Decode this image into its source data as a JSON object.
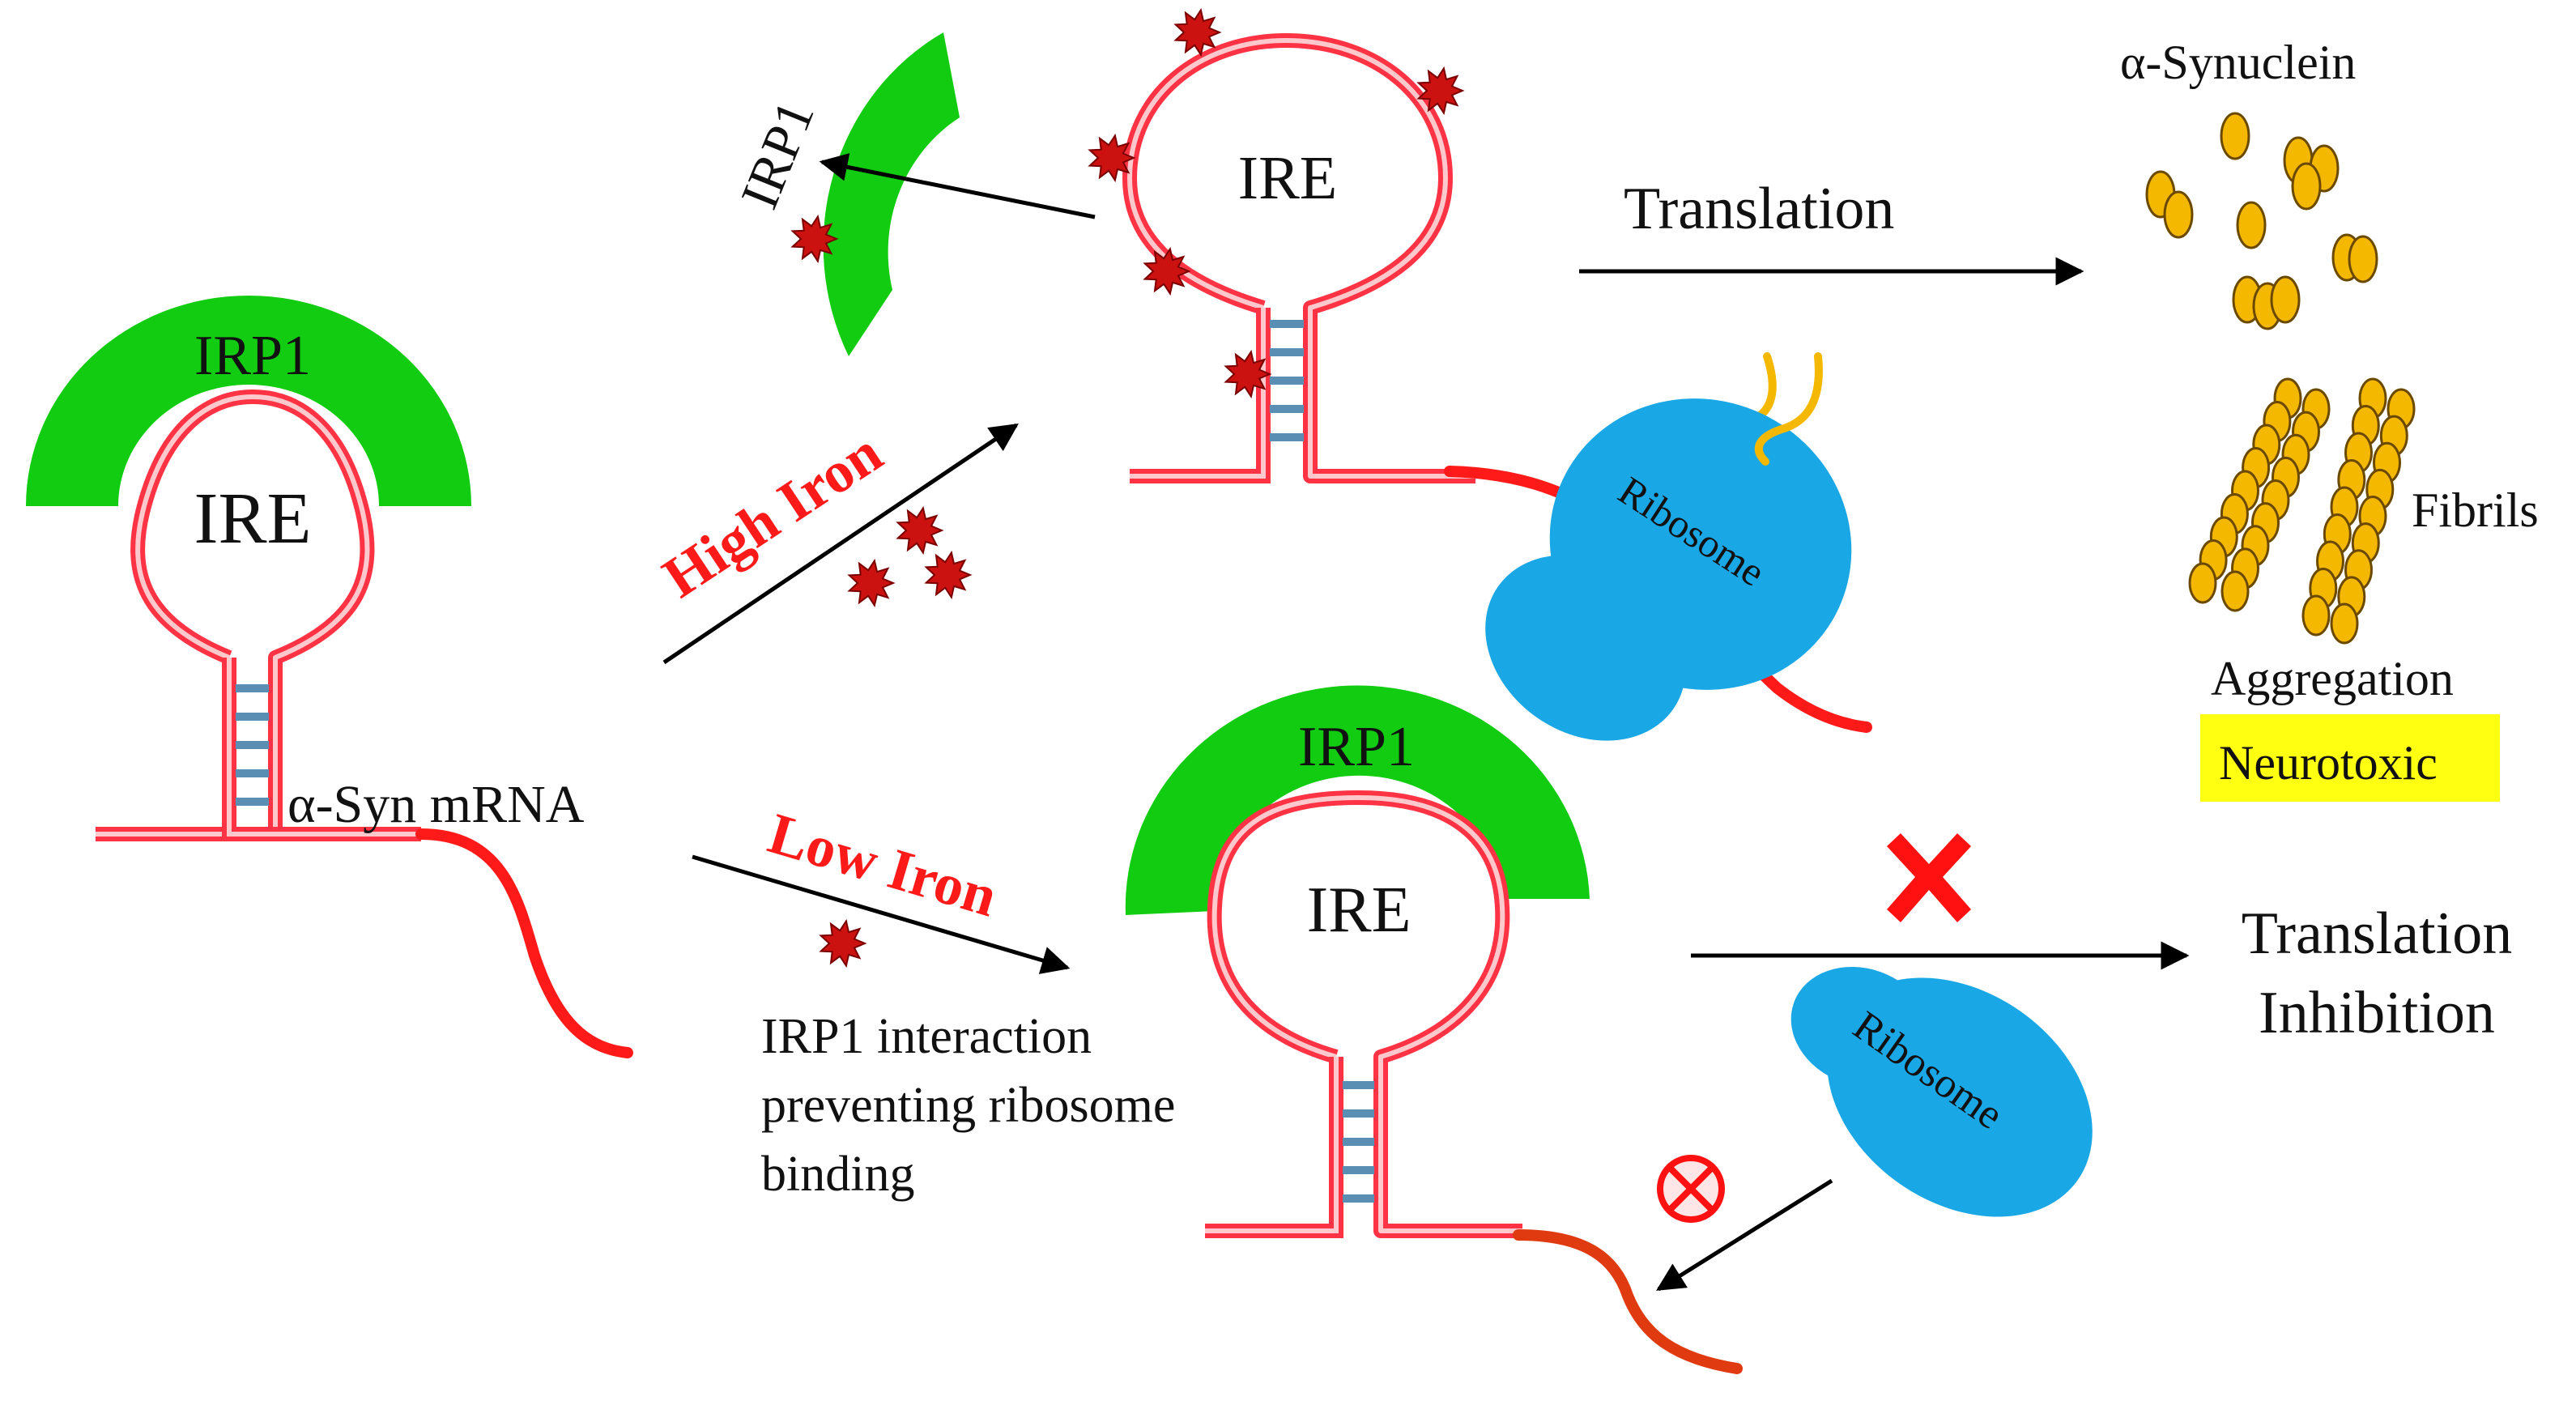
{
  "colors": {
    "irp1_green": "#11cc11",
    "rna_red": "#ff3344",
    "rna_inner": "#ffc8cc",
    "stem_blue": "#5a8fb3",
    "iron_red": "#cc1111",
    "ribosome_blue": "#1aa7e6",
    "synuclein_yellow": "#f5b800",
    "neurotoxic_bg": "#ffff11",
    "peptide_orange": "#f5b800"
  },
  "left": {
    "irp1_label": "IRP1",
    "ire_label": "IRE",
    "mrna_label": "α-Syn mRNA"
  },
  "high_iron": {
    "condition_label": "High Iron",
    "irp1_label": "IRP1",
    "ire_label": "IRE",
    "arrow_label": "Translation",
    "ribosome_label": "Ribosome",
    "synuclein_label": "α-Synuclein",
    "fibrils_label": "Fibrils",
    "aggregation_label": "Aggregation",
    "neurotoxic_label": "Neurotoxic"
  },
  "low_iron": {
    "condition_label": "Low Iron",
    "note_lines": [
      "IRP1 interaction",
      "preventing ribosome",
      "binding"
    ],
    "irp1_label": "IRP1",
    "ire_label": "IRE",
    "ribosome_label": "Ribosome",
    "result_lines": [
      "Translation",
      "Inhibition"
    ]
  }
}
